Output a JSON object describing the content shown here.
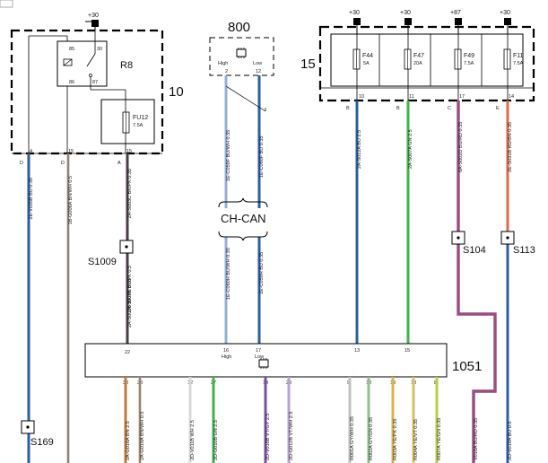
{
  "title_800": "800",
  "comp_10": "10",
  "comp_15": "15",
  "comp_1051": "1051",
  "r8": "R8",
  "relay_pins": {
    "p85": "85",
    "p30": "30",
    "p86": "86",
    "p87": "87"
  },
  "fu12": {
    "name": "FU12",
    "rating": "7.5A"
  },
  "module800": {
    "high_label": "High",
    "low_label": "Low",
    "pin_high": "2",
    "pin_low": "12"
  },
  "box10_pins": {
    "d1": "D",
    "n1": "4",
    "d2": "D",
    "n2": "15",
    "a": "A",
    "n3": "15"
  },
  "supplies": {
    "s10": "+30",
    "s15a": "+30",
    "s15b": "+30",
    "s15c": "+87",
    "s15d": "+30"
  },
  "fuses15": [
    {
      "name": "F44",
      "rating": "5A",
      "pin": "10",
      "letter": "B"
    },
    {
      "name": "F47",
      "rating": "20A",
      "pin": "11",
      "letter": "B"
    },
    {
      "name": "F49",
      "rating": "7.5A",
      "pin": "17",
      "letter": "C"
    },
    {
      "name": "F11",
      "rating": "7.5A",
      "pin": "14",
      "letter": "E"
    }
  ],
  "ch_can": "CH-CAN",
  "splices": {
    "s1009": "S1009",
    "s104": "S104",
    "s113": "S113",
    "s169": "S169"
  },
  "wires": {
    "w1": "2E-V035B BU 0.35",
    "w2": "1B-G006A BN/WH 0.5",
    "w3": "2A-S003C BK/PK 0.35",
    "w4": "2A-S003B BK/PK 0.5",
    "w5": "2A-S003B BK/PK 0.35",
    "w6": "1E-C059F BU/WH 0.35",
    "w7": "1E-C060F BU 0.35",
    "w8": "1E-C060H BU/WH 0.35",
    "w9": "1E-C059H BU 0.35",
    "w10": "2A-S012A BU 2.5",
    "w11": "2A-S007A GN 2.5",
    "w12": "6A-S002D BU/RD 0.35",
    "w13": "2E-S031B RD/BN 0.35"
  },
  "pins1051_top": {
    "p22": "22",
    "p16": "16",
    "p16s": "High",
    "p17": "17",
    "p17s": "Low",
    "p13": "13",
    "p15": "15"
  },
  "pins1051_bottom": [
    "30",
    "28",
    "12",
    "27",
    "14",
    "29",
    "9",
    "10",
    "19",
    "18",
    "8"
  ],
  "bottom_wires": [
    "2A-G016A BN 2.5",
    "2A-G018A BN/WH 0.5",
    "2D-V011B WH 2.5",
    "2D-G010B GN 2.5",
    "2D-V018B VT/GY 2.5",
    "2D-G012B VT/WH 2.5",
    "R001A GY/WH 0.35",
    "R002A GY/GN 0.35",
    "R003A YE/PK 0.35",
    "R004A YE/VT 0.35",
    "R007A YE/GN 0.35",
    "V018A BU/RD 0.35",
    "2D-V019A BU 0.5"
  ]
}
